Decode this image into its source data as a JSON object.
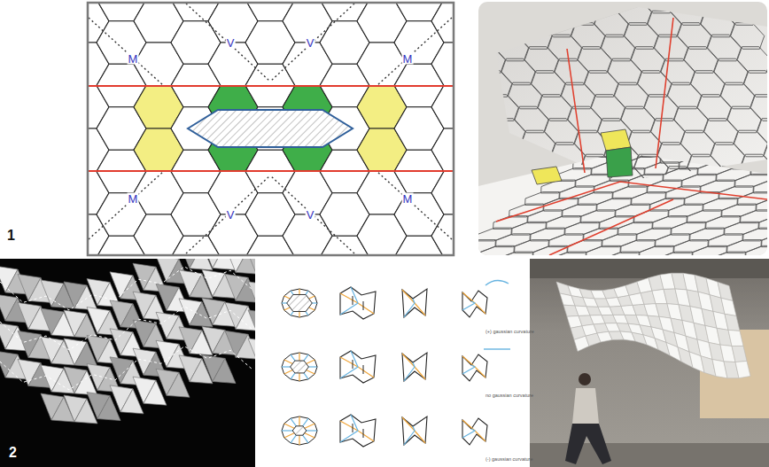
{
  "diagram": {
    "labels": [
      "V",
      "V",
      "M",
      "M",
      "M",
      "M",
      "V",
      "V",
      "1",
      "2",
      "(+) gaussian curvature",
      "no gaussian curvature",
      "(-) gaussian curvature"
    ]
  }
}
